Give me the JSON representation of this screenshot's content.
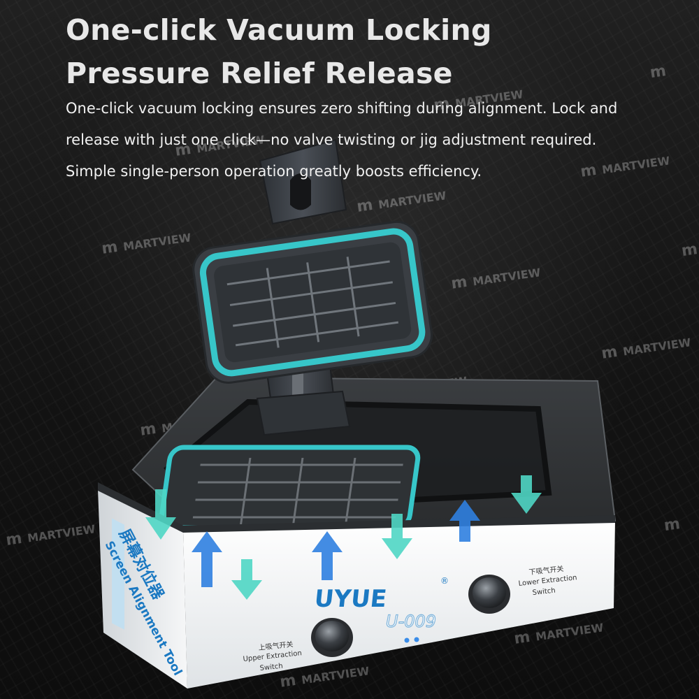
{
  "headline": {
    "line1": "One-click Vacuum Locking",
    "line2": "Pressure Relief Release"
  },
  "description": {
    "line1": "One-click vacuum locking ensures zero shifting during alignment. Lock and",
    "line2": "release with just one click—no valve twisting or jig adjustment required.",
    "line3": "Simple single-person operation greatly boosts efficiency."
  },
  "watermark": {
    "logo": "m",
    "text": "MARTVIEW"
  },
  "device": {
    "brand": "UYUE",
    "brand_mark": "®",
    "model": "U-009",
    "side_label_cn": "屏幕对位器",
    "side_label_en": "Screen Alignment Tool",
    "upper_switch_cn": "上吸气开关",
    "upper_switch_en_1": "Upper Extraction",
    "upper_switch_en_2": "Switch",
    "lower_switch_cn": "下吸气开关",
    "lower_switch_en_1": "Lower Extraction",
    "lower_switch_en_2": "Switch"
  },
  "colors": {
    "accent_teal": "#37c6c9",
    "arrow_teal": "#4fd6c4",
    "arrow_blue": "#2f7fe0",
    "device_white": "#f4f6f7",
    "brand_blue": "#1b79c2"
  }
}
